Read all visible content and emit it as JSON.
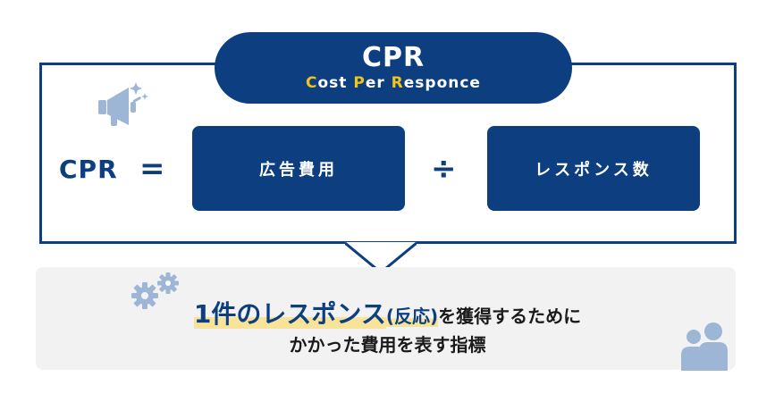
{
  "title": {
    "main": "CPR",
    "sub_parts": [
      {
        "accent": "C",
        "rest": "ost "
      },
      {
        "accent": "P",
        "rest": "er "
      },
      {
        "accent": "R",
        "rest": "esponce"
      }
    ]
  },
  "formula": {
    "lhs": "CPR",
    "equals": "=",
    "numerator": "広告費用",
    "divide": "÷",
    "denominator": "レスポンス数"
  },
  "description": {
    "highlight": "1件のレスポンス",
    "highlight_paren": "(反応)",
    "line1_rest": "を獲得するために",
    "line2": "かかった費用を表す指標"
  },
  "colors": {
    "navy": "#0d3f80",
    "accent": "#f2c318",
    "highlight": "#f7e39a",
    "panel": "#f2f2f2",
    "icon": "#9db6d6"
  },
  "icons": [
    "megaphone-icon",
    "sparkle-icon",
    "gears-icon",
    "people-icon"
  ]
}
